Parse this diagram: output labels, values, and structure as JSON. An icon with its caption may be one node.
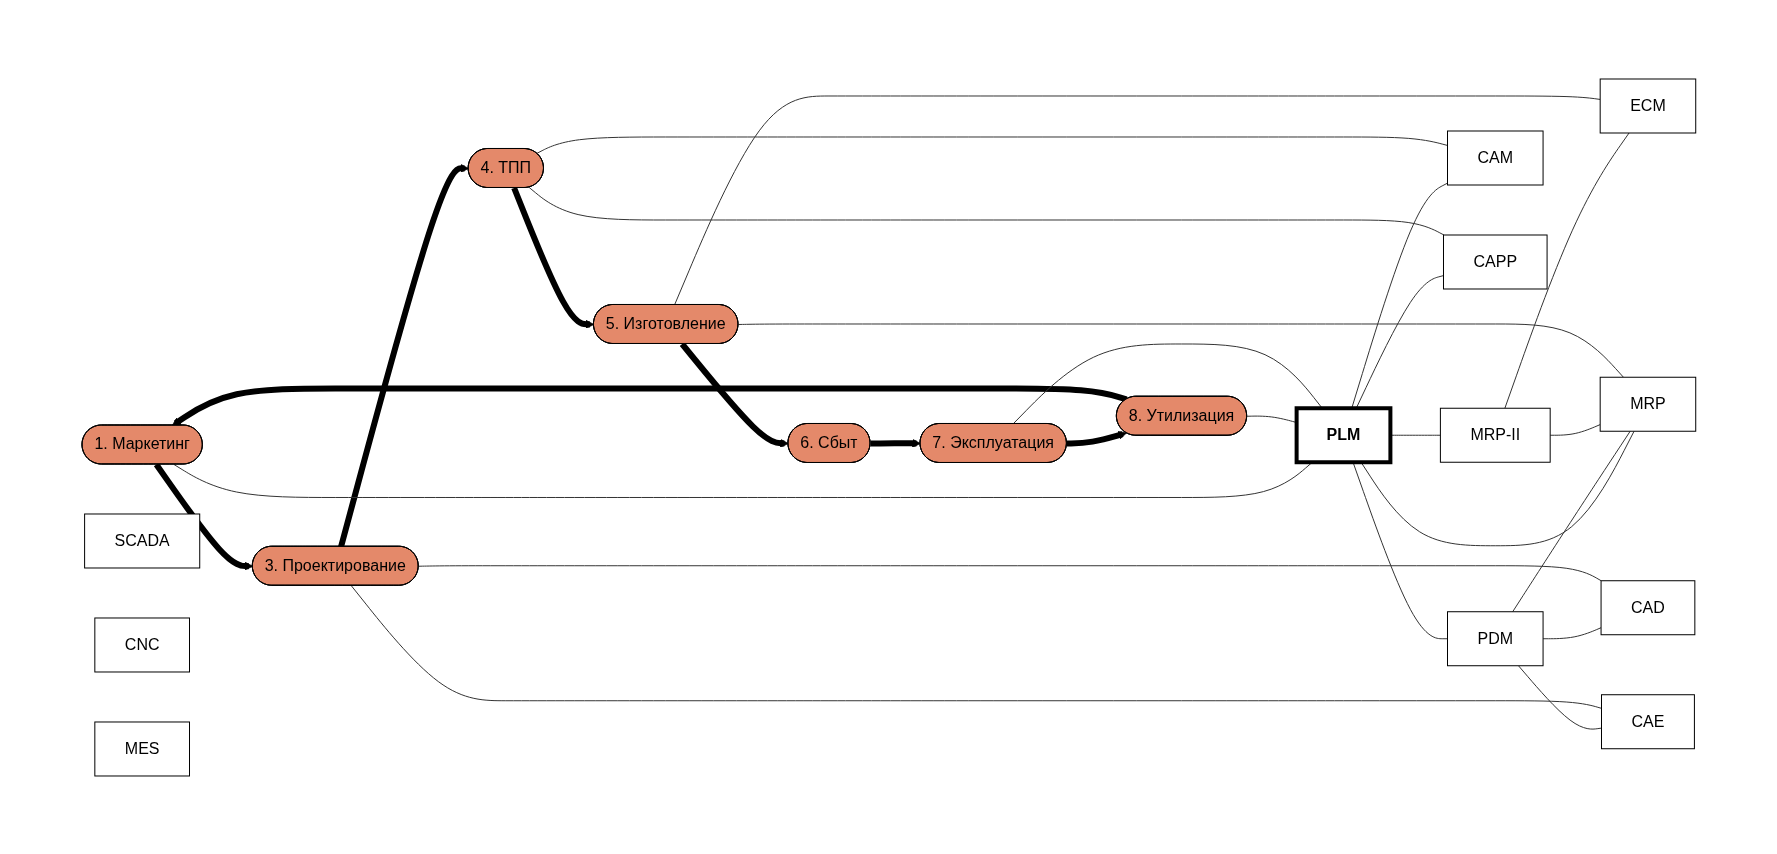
{
  "diagram": {
    "nodes": [
      {
        "text": [
          "1. Маркетинг"
        ]
      },
      {
        "text": [
          "8. Утилизация"
        ]
      },
      {
        "text": [
          "PLM"
        ]
      },
      {
        "text": [
          "PDM"
        ]
      },
      {
        "text": [
          "CAD"
        ]
      },
      {
        "text": [
          "CAE"
        ]
      },
      {
        "text": [
          "3. Проектирование"
        ]
      },
      {
        "text": [
          "7. Эксплуатация"
        ]
      },
      {
        "text": [
          "CAM"
        ]
      },
      {
        "text": [
          "CAPP"
        ]
      },
      {
        "text": [
          "4. ТПП"
        ]
      },
      {
        "text": [
          "MRP-II"
        ]
      },
      {
        "text": [
          "MRP"
        ]
      },
      {
        "text": [
          "ECM"
        ]
      },
      {
        "text": [
          "SCADA"
        ]
      },
      {
        "text": [
          "6. Сбыт"
        ]
      },
      {
        "text": [
          "5. Изготовление"
        ]
      },
      {
        "text": [
          "CNC"
        ]
      },
      {
        "text": [
          "MES"
        ]
      }
    ],
    "edges": [
      {
        "from": 1,
        "to": 0,
        "arrow": "to",
        "style": "thick"
      },
      {
        "from": 0,
        "to": 6,
        "arrow": "to",
        "style": "thick"
      },
      {
        "from": 6,
        "to": 10,
        "arrow": "to",
        "style": "thick"
      },
      {
        "from": 10,
        "to": 16,
        "arrow": "to",
        "style": "thick"
      },
      {
        "from": 16,
        "to": 15,
        "arrow": "to",
        "style": "thick"
      },
      {
        "from": 15,
        "to": 7,
        "arrow": "to",
        "style": "thick"
      },
      {
        "from": 7,
        "to": 1,
        "arrow": "to",
        "style": "thick"
      },
      {
        "from": 0,
        "to": 2,
        "arrow": "none"
      },
      {
        "from": 1,
        "to": 2,
        "arrow": "none"
      },
      {
        "from": 7,
        "to": 2,
        "arrow": "none"
      },
      {
        "from": 2,
        "to": 3,
        "arrow": "none"
      },
      {
        "from": 3,
        "to": 4,
        "arrow": "none"
      },
      {
        "from": 3,
        "to": 5,
        "arrow": "none"
      },
      {
        "from": 4,
        "to": 6,
        "arrow": "none"
      },
      {
        "from": 5,
        "to": 6,
        "arrow": "none"
      },
      {
        "from": 2,
        "to": 8,
        "arrow": "none"
      },
      {
        "from": 2,
        "to": 9,
        "arrow": "none"
      },
      {
        "from": 8,
        "to": 10,
        "arrow": "none"
      },
      {
        "from": 9,
        "to": 10,
        "arrow": "none"
      },
      {
        "from": 2,
        "to": 11,
        "arrow": "none"
      },
      {
        "from": 2,
        "to": 12,
        "arrow": "none"
      },
      {
        "from": 3,
        "to": 12,
        "arrow": "none"
      },
      {
        "from": 11,
        "to": 12,
        "arrow": "none"
      },
      {
        "from": 11,
        "to": 13,
        "arrow": "none"
      },
      {
        "from": 12,
        "to": 16,
        "arrow": "none"
      },
      {
        "from": 13,
        "to": 16,
        "arrow": "none"
      }
    ]
  }
}
